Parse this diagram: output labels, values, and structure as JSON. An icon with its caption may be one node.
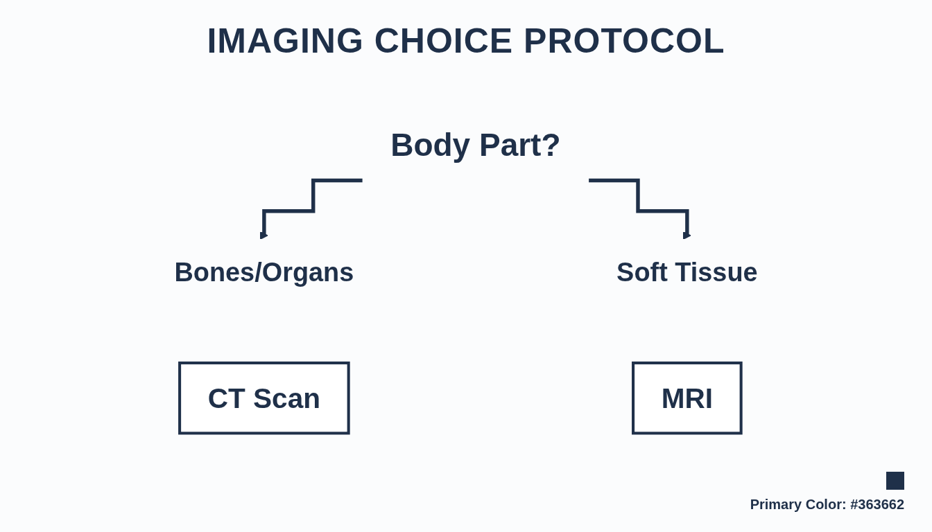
{
  "diagram": {
    "title": "IMAGING CHOICE PROTOCOL",
    "nodes": [
      {
        "text": [
          "Body Part?"
        ]
      },
      {
        "text": [
          "Bones/Organs"
        ]
      },
      {
        "text": [
          "Soft Tissue"
        ]
      },
      {
        "text": [
          "CT Scan"
        ]
      },
      {
        "text": [
          "MRI"
        ]
      }
    ],
    "edges": [
      {
        "from": 0,
        "to": 1,
        "arrow": "to"
      },
      {
        "from": 0,
        "to": 2,
        "arrow": "to"
      }
    ],
    "legend": [
      {
        "text": "Primary Color: #363662",
        "color": "#1f3049"
      }
    ]
  }
}
